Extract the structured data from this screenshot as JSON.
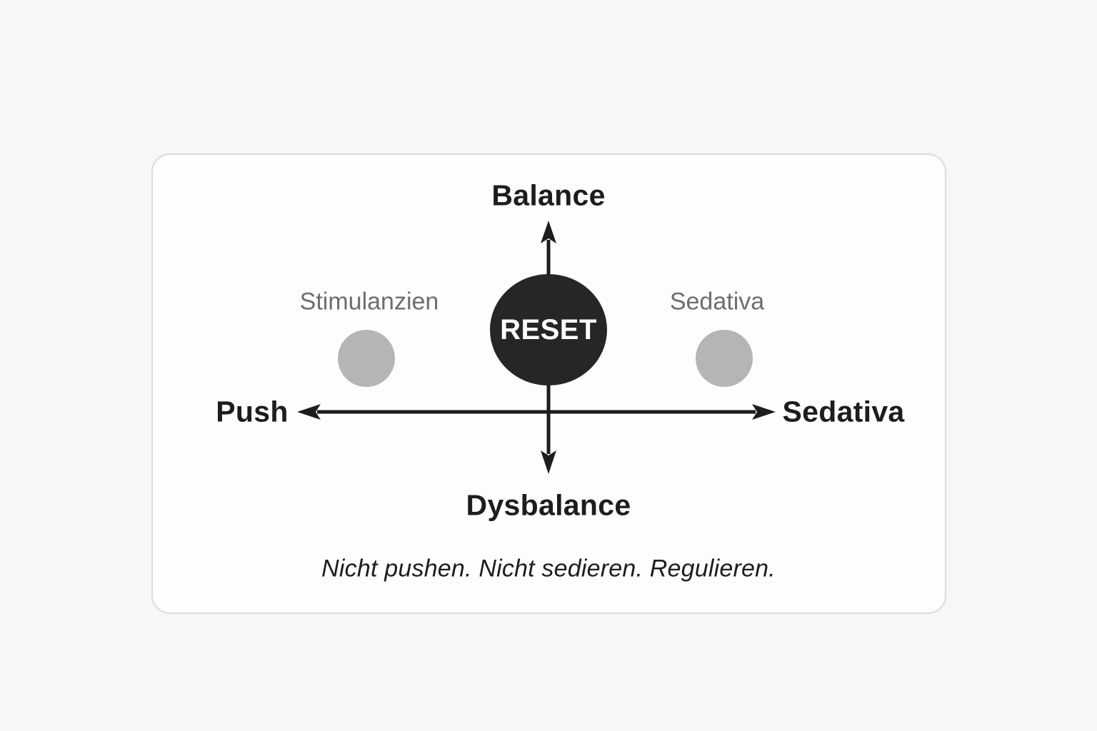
{
  "diagram": {
    "vertical_axis": {
      "top_label": "Balance",
      "bottom_label": "Dysbalance"
    },
    "horizontal_axis": {
      "left_label": "Push",
      "right_label": "Sedativa"
    },
    "center_node": {
      "label": "RESET"
    },
    "side_nodes": [
      {
        "label": "Stimulanzien",
        "position": "left"
      },
      {
        "label": "Sedativa",
        "position": "right"
      }
    ],
    "caption": "Nicht pushen. Nicht sedieren. Regulieren.",
    "colors": {
      "page_bg": "#f7f7f6",
      "card_bg": "#fdfdfd",
      "card_border": "#dcdcdc",
      "axis": "#1d1d1b",
      "dark_label": "#1d1d1b",
      "muted_label": "#6e6e6e",
      "center_circle": "#262626",
      "center_text": "#ffffff",
      "node_dot": "#b5b5b5"
    }
  }
}
